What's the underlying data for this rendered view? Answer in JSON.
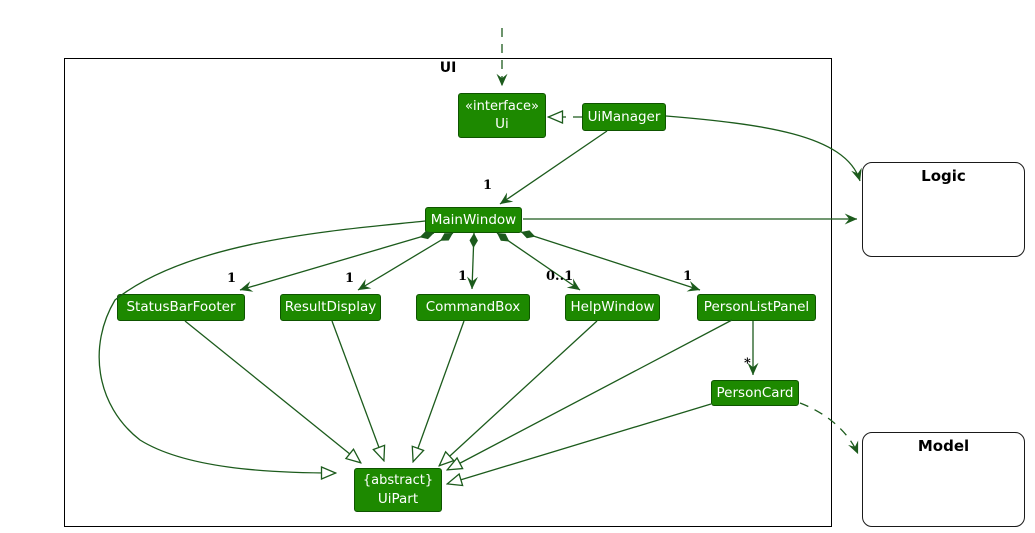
{
  "diagram": {
    "frame": {
      "label": "UI"
    },
    "classes": {
      "ui_interface": {
        "stereotype": "«interface»",
        "name": "Ui"
      },
      "ui_manager": {
        "name": "UiManager"
      },
      "main_window": {
        "name": "MainWindow"
      },
      "status_bar_footer": {
        "name": "StatusBarFooter"
      },
      "result_display": {
        "name": "ResultDisplay"
      },
      "command_box": {
        "name": "CommandBox"
      },
      "help_window": {
        "name": "HelpWindow"
      },
      "person_list_panel": {
        "name": "PersonListPanel"
      },
      "person_card": {
        "name": "PersonCard"
      },
      "ui_part": {
        "modifier": "{abstract}",
        "name": "UiPart"
      }
    },
    "external_components": {
      "logic": {
        "name": "Logic"
      },
      "model": {
        "name": "Model"
      }
    },
    "multiplicities": {
      "main_window": "1",
      "status_bar_footer": "1",
      "result_display": "1",
      "command_box": "1",
      "help_window": "0..1",
      "person_list_panel": "1",
      "person_card": "*"
    },
    "colors": {
      "class_fill": "#1D8900",
      "class_border": "#0E5400",
      "edge": "#1C5B1C",
      "external_fill": "#FFFFFF",
      "frame_border": "#000000",
      "text_on_class": "#FFFFFF"
    }
  }
}
